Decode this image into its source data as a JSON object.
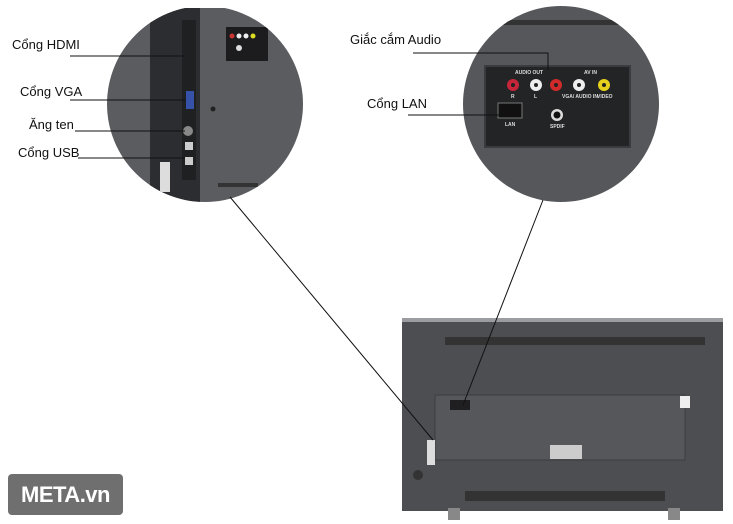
{
  "labels": {
    "hdmi": "Cổng HDMI",
    "vga": "Cổng VGA",
    "antenna": "Ăng ten",
    "usb": "Cổng USB",
    "audio": "Giắc cắm Audio",
    "lan": "Cổng LAN"
  },
  "port_panel": {
    "audio_out": "AUDIO OUT",
    "av_in": "AV IN",
    "r": "R",
    "l": "L",
    "vga_audio_in": "VGA/ AUDIO IN",
    "video": "VIDEO",
    "lan": "LAN",
    "spdif": "SPDIF"
  },
  "logo": "META.vn",
  "colors": {
    "tv_body": "#4a4c50",
    "circle": "#55575b",
    "logo_bg": "#6f6f6f"
  }
}
